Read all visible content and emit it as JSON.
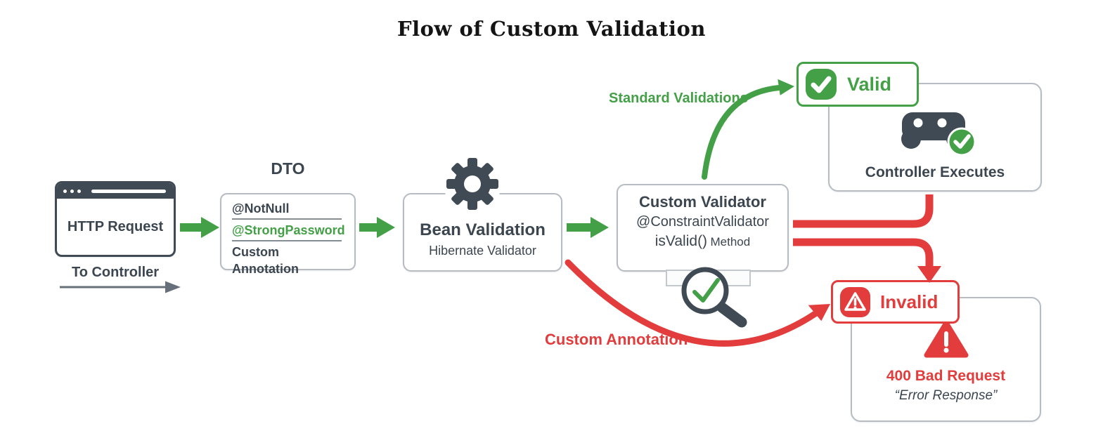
{
  "title": "Flow of Custom Validation",
  "colors": {
    "green": "#43a047",
    "red": "#e23c3c",
    "slate": "#3f4a54"
  },
  "http_request": {
    "label": "HTTP Request",
    "caption": "To Controller"
  },
  "dto": {
    "title": "DTO",
    "row1": "@NotNull",
    "row2": "@StrongPassword",
    "row3": "Custom Annotation"
  },
  "bean_validation": {
    "title": "Bean Validation",
    "subtitle": "Hibernate Validator"
  },
  "custom_validator": {
    "title": "Custom Validator",
    "annotation": "@ConstraintValidator",
    "method_code": "isValid()",
    "method_label": "Method"
  },
  "paths": {
    "standard_validations": "Standard Validations",
    "custom_annotation": "Custom Annotation"
  },
  "valid_badge": {
    "label": "Valid"
  },
  "invalid_badge": {
    "label": "Invalid"
  },
  "controller": {
    "label": "Controller Executes"
  },
  "bad_request": {
    "title": "400 Bad Request",
    "subtitle": "“Error Response”"
  }
}
